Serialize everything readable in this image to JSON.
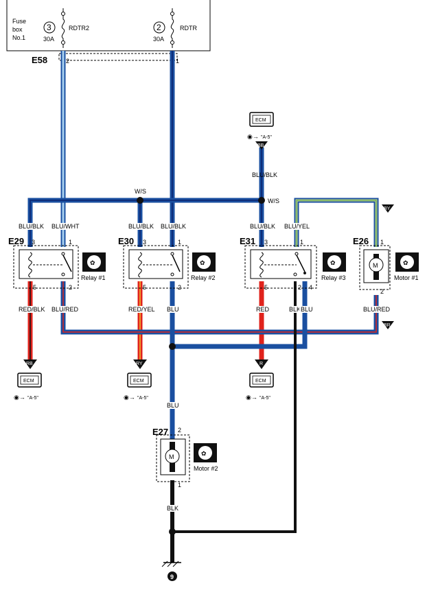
{
  "fuse_box": {
    "label_line1": "Fuse",
    "label_line2": "box",
    "label_line3": "No.1",
    "fuse_a": {
      "number": "3",
      "name": "RDTR2",
      "rating": "30A"
    },
    "fuse_b": {
      "number": "2",
      "name": "RDTR",
      "rating": "30A"
    }
  },
  "connectors": {
    "e58": {
      "id": "E58",
      "pin_left": "2",
      "pin_right": "1"
    },
    "e29": {
      "id": "E29",
      "pins": [
        "3",
        "1",
        "5",
        "2"
      ],
      "component": "Relay #1"
    },
    "e30": {
      "id": "E30",
      "pins": [
        "3",
        "1",
        "5",
        "2"
      ],
      "component": "Relay #2"
    },
    "e31": {
      "id": "E31",
      "pins": [
        "3",
        "1",
        "5",
        "2",
        "4"
      ],
      "component": "Relay #3"
    },
    "e26": {
      "id": "E26",
      "pins": [
        "1",
        "2"
      ],
      "component": "Motor #1",
      "symbol": "M"
    },
    "e27": {
      "id": "E27",
      "pins": [
        "2",
        "1"
      ],
      "component": "Motor #2",
      "symbol": "M"
    }
  },
  "wires": {
    "w_blu_blk_top": "BLU/BLK",
    "w_splice_1": "W/S",
    "w_splice_2": "W/S",
    "w_e29_blu_blk": "BLU/BLK",
    "w_e29_blu_wht": "BLU/WHT",
    "w_e30_blu_blk_1": "BLU/BLK",
    "w_e30_blu_blk_2": "BLU/BLK",
    "w_e31_blu_blk": "BLU/BLK",
    "w_e31_blu_yel": "BLU/YEL",
    "w_e29_red_blk": "RED/BLK",
    "w_e29_blu_red": "BLU/RED",
    "w_e30_red_yel": "RED/YEL",
    "w_e30_blu": "BLU",
    "w_e31_red": "RED",
    "w_e31_blk": "BLK",
    "w_e31_blu": "BLU",
    "w_e26_blu_red": "BLU/RED",
    "w_motor2_blu": "BLU",
    "w_motor2_blk": "BLK"
  },
  "flags": {
    "bb": "BB",
    "by": "BY",
    "br": "BR",
    "rb": "RB",
    "ry": "RY",
    "r": "R"
  },
  "ecm_blocks": {
    "label": "ECM",
    "reference": "\"A-5\""
  },
  "ground": {
    "number": "9"
  },
  "colors": {
    "blue": "#1a4fa0",
    "dark_blue": "#0e2e7a",
    "red": "#e0231c",
    "orange": "#f07a1a",
    "black": "#111111",
    "light_blue": "#a8d0ef",
    "green": "#3a8c4a"
  }
}
